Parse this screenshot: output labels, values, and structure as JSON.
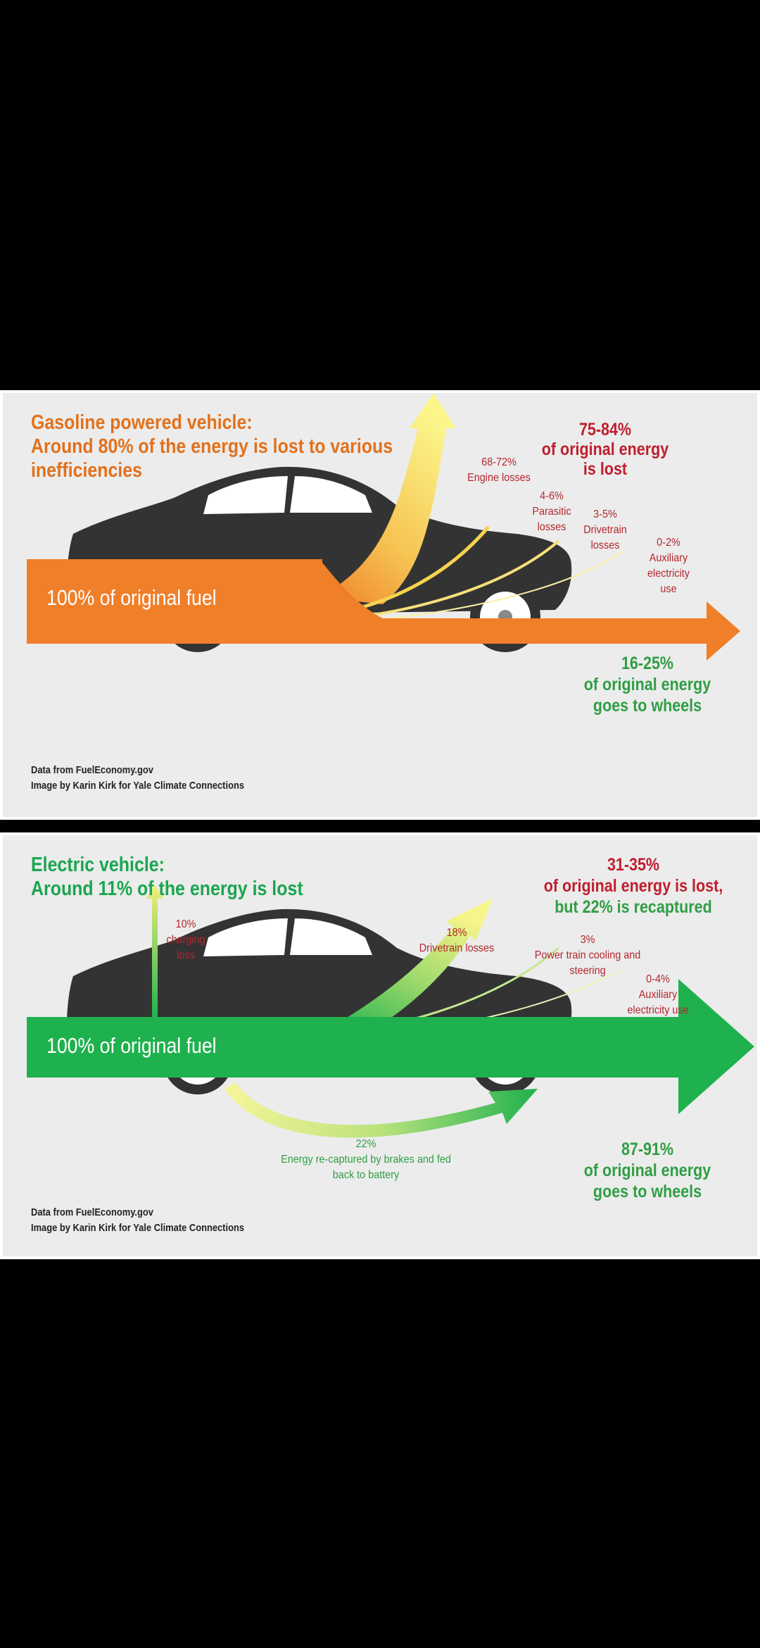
{
  "gas": {
    "title_line1": "Gasoline powered vehicle:",
    "title_line2": "Around 80% of the energy is lost to various",
    "title_line3": "inefficiencies",
    "lost_pct": "75-84%",
    "lost_line2": "of original energy",
    "lost_line3": "is lost",
    "engine_pct": "68-72%",
    "engine_label": "Engine losses",
    "parasitic_pct": "4-6%",
    "parasitic_line1": "Parasitic",
    "parasitic_line2": "losses",
    "drivetrain_pct": "3-5%",
    "drivetrain_line1": "Drivetrain",
    "drivetrain_line2": "losses",
    "aux_pct": "0-2%",
    "aux_line1": "Auxiliary",
    "aux_line2": "electricity",
    "aux_line3": "use",
    "fuel_label": "100% of original fuel",
    "wheels_pct": "16-25%",
    "wheels_line2": "of original energy",
    "wheels_line3": "goes to wheels",
    "credit_line1": "Data from FuelEconomy.gov",
    "credit_line2": "Image by Karin Kirk for Yale Climate Connections",
    "colors": {
      "accent": "#f07f2a",
      "title": "#e2711c",
      "loss": "#bf1e2e",
      "wheels": "#2f9e44"
    }
  },
  "ev": {
    "title_line1": "Electric vehicle:",
    "title_line2": "Around 11% of the energy is lost",
    "lost_pct": "31-35%",
    "lost_line2": "of original energy is lost,",
    "lost_line3": "but 22% is recaptured",
    "charging_pct": "10%",
    "charging_line1": "charging",
    "charging_line2": "loss",
    "drivetrain_pct": "18%",
    "drivetrain_label": "Drivetrain losses",
    "cooling_pct": "3%",
    "cooling_line1": "Power train cooling and",
    "cooling_line2": "steering",
    "aux_pct": "0-4%",
    "aux_line1": "Auxiliary",
    "aux_line2": "electricity use",
    "fuel_label": "100% of original fuel",
    "recapture_pct": "22%",
    "recapture_line1": "Energy re-captured by brakes and fed",
    "recapture_line2": "back to battery",
    "wheels_pct": "87-91%",
    "wheels_line2": "of original energy",
    "wheels_line3": "goes to wheels",
    "credit_line1": "Data from FuelEconomy.gov",
    "credit_line2": "Image by Karin Kirk for Yale Climate Connections",
    "colors": {
      "accent": "#1fb14e",
      "title": "#1aa650",
      "loss": "#bf1e2e",
      "wheels": "#2f9e44"
    }
  }
}
